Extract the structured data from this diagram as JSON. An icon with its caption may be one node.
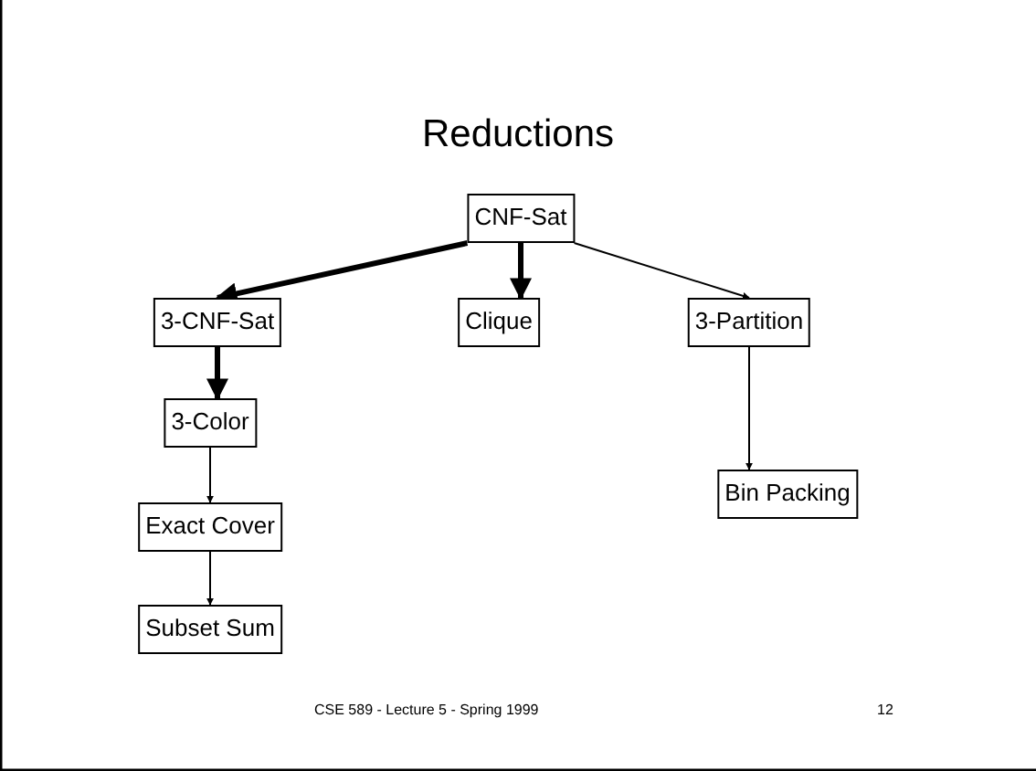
{
  "diagram": {
    "title": "Reductions",
    "nodes": [
      {
        "text": [
          "CNF-Sat"
        ]
      },
      {
        "text": [
          "3-CNF-Sat"
        ]
      },
      {
        "text": [
          "Clique"
        ]
      },
      {
        "text": [
          "3-Partition"
        ]
      },
      {
        "text": [
          "3-Color"
        ]
      },
      {
        "text": [
          "Bin Packing"
        ]
      },
      {
        "text": [
          "Exact Cover"
        ]
      },
      {
        "text": [
          "Subset Sum"
        ]
      }
    ],
    "edges": [
      {
        "from": 0,
        "to": 1,
        "arrow": "to",
        "style": "thick"
      },
      {
        "from": 0,
        "to": 2,
        "arrow": "to",
        "style": "thick"
      },
      {
        "from": 0,
        "to": 3,
        "arrow": "to"
      },
      {
        "from": 1,
        "to": 4,
        "arrow": "to",
        "style": "thick"
      },
      {
        "from": 3,
        "to": 5,
        "arrow": "to"
      },
      {
        "from": 4,
        "to": 6,
        "arrow": "to"
      },
      {
        "from": 6,
        "to": 7,
        "arrow": "to"
      }
    ],
    "labels": [
      "CSE 589 - Lecture 5 - Spring 1999",
      "12"
    ]
  }
}
